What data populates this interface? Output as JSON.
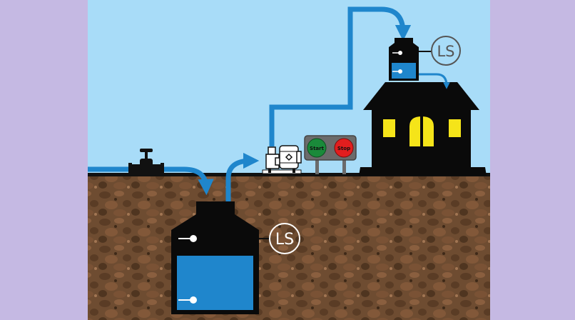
{
  "colors": {
    "side_background": "#c5b9e3",
    "sky": "#a8dcf8",
    "soil": "#6e4c31",
    "soil_dark": "#4f3520",
    "soil_light": "#93694a",
    "water": "#1f86cc",
    "pipe": "#1f86cc",
    "tank": "#0a0a0a",
    "window": "#f5e419",
    "start_button": "#1a8a3a",
    "stop_button": "#e21e1e",
    "panel": "#6b6b6b"
  },
  "icons": [
    "valve-icon",
    "pump-icon",
    "level-switch-icon",
    "house-icon",
    "tank-icon"
  ],
  "labels": {
    "underground_level_switch": "LS",
    "roof_level_switch": "LS",
    "start_button": "Start",
    "stop_button": "Stop"
  }
}
